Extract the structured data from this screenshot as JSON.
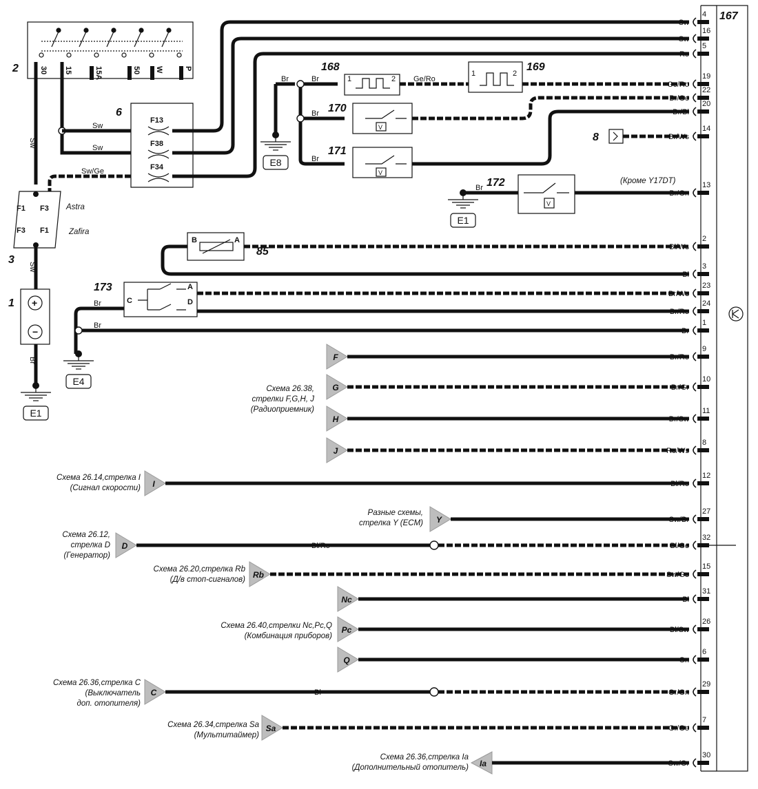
{
  "connector": {
    "id": "167",
    "pins": [
      {
        "pin": "4",
        "color": "Sw"
      },
      {
        "pin": "16",
        "color": "Sw"
      },
      {
        "pin": "5",
        "color": "Ro"
      },
      {
        "pin": "19",
        "color": "Ge/Ro"
      },
      {
        "pin": "22",
        "color": "Br/Ge"
      },
      {
        "pin": "20",
        "color": "Br/Bl"
      },
      {
        "pin": "14",
        "color": "Br/Ws"
      },
      {
        "pin": "13",
        "color": "Br/Gn"
      },
      {
        "pin": "2",
        "color": "Bl/Ws"
      },
      {
        "pin": "3",
        "color": "Bl"
      },
      {
        "pin": "23",
        "color": "Br/Ws"
      },
      {
        "pin": "24",
        "color": "Br/Ro"
      },
      {
        "pin": "1",
        "color": "Br"
      },
      {
        "pin": "9",
        "color": "Br/Ro"
      },
      {
        "pin": "10",
        "color": "Br/Gr"
      },
      {
        "pin": "11",
        "color": "Br/Sw"
      },
      {
        "pin": "8",
        "color": "Ro/Ws"
      },
      {
        "pin": "12",
        "color": "Bl/Ro"
      },
      {
        "pin": "27",
        "color": "Sw/Br"
      },
      {
        "pin": "32",
        "color": "Bl/Ge"
      },
      {
        "pin": "15",
        "color": "Sw/Ge"
      },
      {
        "pin": "31",
        "color": "Bl"
      },
      {
        "pin": "26",
        "color": "Bl/Sw"
      },
      {
        "pin": "6",
        "color": "Gn"
      },
      {
        "pin": "29",
        "color": "Gr/Gn"
      },
      {
        "pin": "7",
        "color": "Gr/Ge"
      },
      {
        "pin": "30",
        "color": "Sw/Gr"
      }
    ]
  },
  "components": {
    "ignition_switch": {
      "id": "2",
      "terminals": [
        "30",
        "15",
        "15A",
        "50",
        "W",
        "P"
      ]
    },
    "fuse_box": {
      "id": "6",
      "fuses": [
        "F13",
        "F38",
        "F34"
      ]
    },
    "fuse_holder": {
      "id": "3",
      "fuses": [
        "F1",
        "F3",
        "F3",
        "F1"
      ],
      "variants": [
        "Astra",
        "Zafira"
      ]
    },
    "battery": {
      "id": "1"
    },
    "relay_168": {
      "id": "168",
      "pins": [
        "1",
        "2"
      ]
    },
    "relay_169": {
      "id": "169",
      "pins": [
        "1",
        "2"
      ]
    },
    "switch_170": {
      "id": "170",
      "mark": "V"
    },
    "switch_171": {
      "id": "171",
      "mark": "V"
    },
    "switch_172": {
      "id": "172",
      "mark": "V",
      "note": "(Кроме Y17DT)"
    },
    "sensor_85": {
      "id": "85",
      "pins": [
        "B",
        "A"
      ]
    },
    "switch_173": {
      "id": "173",
      "pins": [
        "C",
        "A",
        "D"
      ]
    },
    "item_8": {
      "id": "8"
    }
  },
  "grounds": {
    "e8": "E8",
    "e1a": "E1",
    "e1b": "E1",
    "e4": "E4"
  },
  "wires": {
    "sw": "Sw",
    "swge": "Sw/Ge",
    "br": "Br",
    "gero": "Ge/Ro",
    "blro": "Bl/Ro",
    "bl": "Bl"
  },
  "refs": {
    "f26_38": {
      "arrows": [
        "F",
        "G",
        "H",
        "J"
      ],
      "lines": [
        "Схема 26.38,",
        "стрелки F,G,H, J",
        "(Радиоприемник)"
      ]
    },
    "i": {
      "arrow": "I",
      "lines": [
        "Схема 26.14,стрелка I",
        "(Сигнал скорости)"
      ]
    },
    "y": {
      "arrow": "Y",
      "lines": [
        "Разные схемы,",
        "стрелка Y (ECM)"
      ]
    },
    "d": {
      "arrow": "D",
      "lines": [
        "Схема 26.12,",
        "стрелка D",
        "(Генератор)"
      ]
    },
    "rb": {
      "arrow": "Rb",
      "lines": [
        "Схема 26.20,стрелка Rb",
        "(Д/в стоп-сигналов)"
      ]
    },
    "npq": {
      "arrows": [
        "Nc",
        "Pc",
        "Q"
      ],
      "lines": [
        "Схема 26.40,стрелки Nc,Pc,Q",
        "(Комбинация приборов)"
      ]
    },
    "c": {
      "arrow": "C",
      "lines": [
        "Схема 26.36,стрелка С",
        "(Выключатель",
        "доп. отопителя)"
      ]
    },
    "sa": {
      "arrow": "Sa",
      "lines": [
        "Схема 26.34,стрелка Sa",
        "(Мультитаймер)"
      ]
    },
    "ia": {
      "arrow": "Ia",
      "lines": [
        "Схема 26.36,стрелка Ia",
        "(Дополнительный отопитель)"
      ]
    }
  }
}
